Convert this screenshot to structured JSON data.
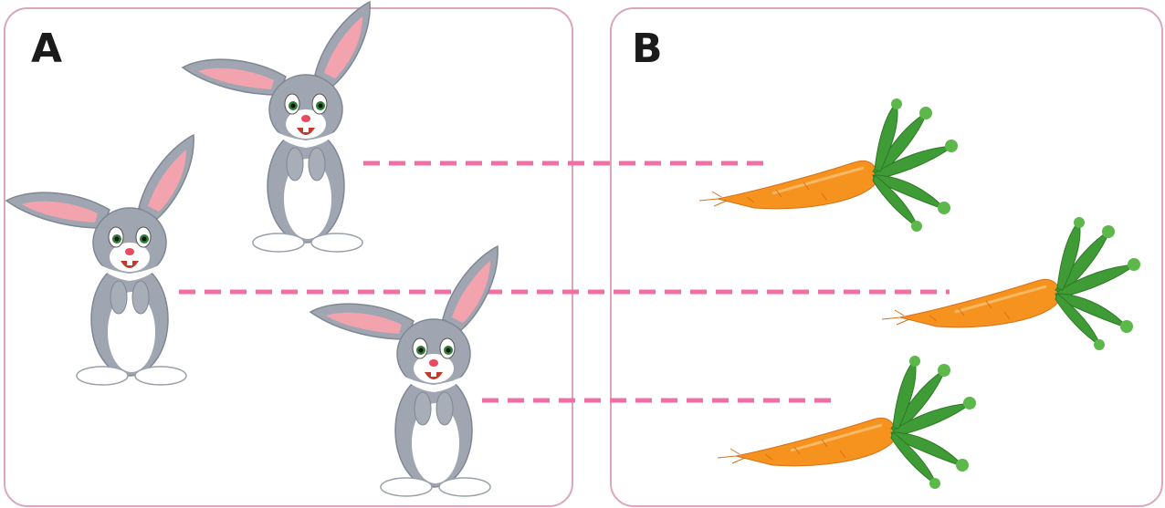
{
  "panels": {
    "a": {
      "label": "A"
    },
    "b": {
      "label": "B"
    }
  },
  "colors": {
    "panel_border": "#d9a7b8",
    "connector": "#f06fa5",
    "bunny_fur": "#9fa6b1",
    "bunny_belly": "#ffffff",
    "bunny_ear_inner": "#f2a3ae",
    "carrot_body": "#f6921e",
    "carrot_leaves": "#3f9b35"
  },
  "items": {
    "bunnies": [
      "bunny",
      "bunny",
      "bunny"
    ],
    "carrots": [
      "carrot",
      "carrot",
      "carrot"
    ]
  },
  "matches": [
    {
      "from": "bunny-top",
      "to": "carrot-top"
    },
    {
      "from": "bunny-left",
      "to": "carrot-middle"
    },
    {
      "from": "bunny-bottom",
      "to": "carrot-bottom"
    }
  ]
}
